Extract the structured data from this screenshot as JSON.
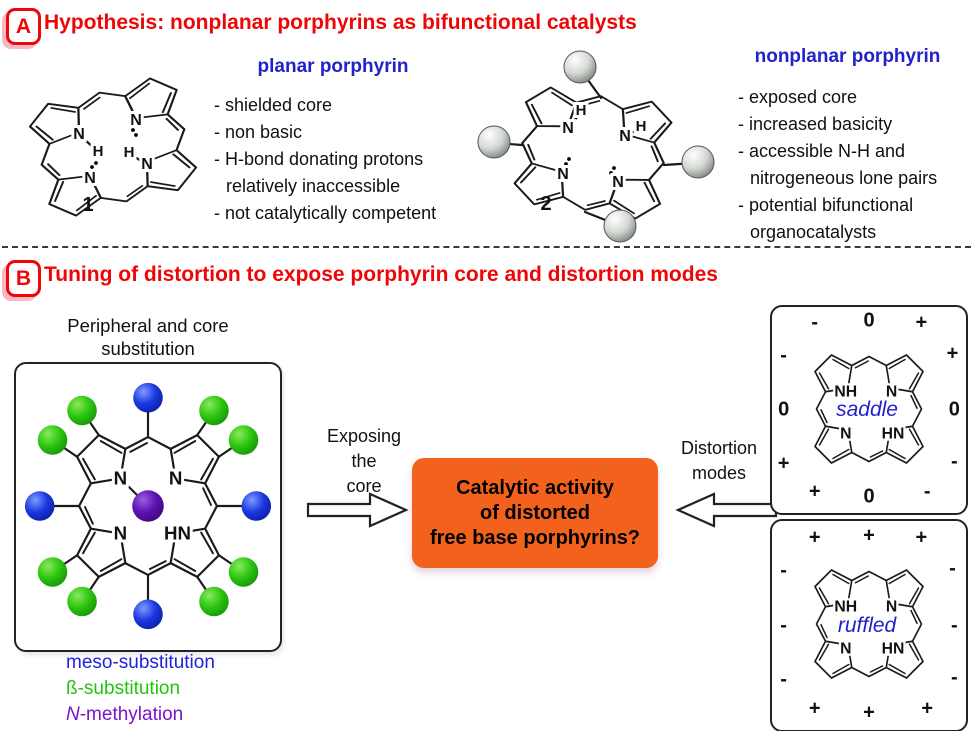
{
  "colors": {
    "accent_red": "#ee0606",
    "accent_blue": "#2222cc",
    "legend_blue": "#2222dd",
    "legend_green": "#24c30f",
    "legend_purple": "#7d12cc",
    "orange_box": "#f2621c"
  },
  "panelA": {
    "badge": "A",
    "title": "Hypothesis: nonplanar porphyrins as bifunctional catalysts",
    "planar": {
      "heading": "planar porphyrin",
      "structureLabel": "1",
      "bullets": [
        "- shielded core",
        "- non basic",
        "- H-bond donating protons relatively inaccessible",
        "- not catalytically competent"
      ]
    },
    "nonplanar": {
      "heading": "nonplanar porphyrin",
      "structureLabel": "2",
      "bullets": [
        "- exposed core",
        "- increased basicity",
        "- accessible N-H and nitrogeneous lone pairs",
        "- potential bifunctional organocatalysts"
      ]
    }
  },
  "panelB": {
    "badge": "B",
    "title": "Tuning of distortion to expose porphyrin core and distortion modes",
    "substitution": {
      "caption": "Peripheral and core substitution",
      "legend": {
        "meso": "meso-substitution",
        "beta": "ß-substitution",
        "n_prefix": "N",
        "n_rest": "-methylation"
      }
    },
    "exposing_lines": [
      "Exposing",
      "the",
      "core"
    ],
    "distortionLabel": "Distortion modes",
    "central_lines": [
      "Catalytic activity",
      "of distorted",
      "free base porphyrins?"
    ],
    "modes": [
      {
        "name": "saddle",
        "signs": {
          "tl": "-",
          "tc": "0",
          "tr": "+",
          "ul": "-",
          "ur": "+",
          "ml": "0",
          "mr": "0",
          "ll": "+",
          "lr": "-",
          "bl": "+",
          "bc": "0",
          "br": "-"
        }
      },
      {
        "name": "ruffled",
        "signs": {
          "tl": "+",
          "tc": "+",
          "tr": "+",
          "ul": "-",
          "ur": "-",
          "ml": "-",
          "mr": "-",
          "ll": "-",
          "lr": "-",
          "bl": "+",
          "bc": "+",
          "br": "+"
        }
      }
    ]
  },
  "chem": {
    "n": "N",
    "nh": "NH",
    "hn": "HN",
    "h": "H"
  }
}
